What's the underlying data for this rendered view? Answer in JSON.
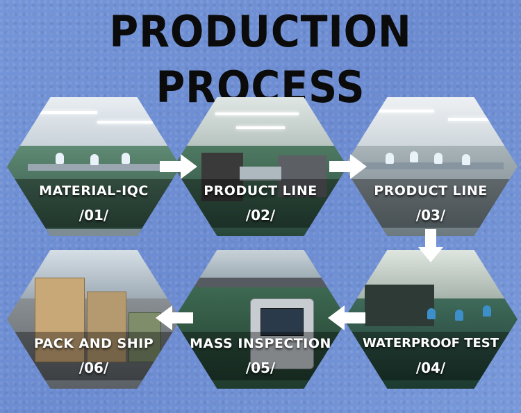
{
  "title": "PRODUCTION PROCESS",
  "steps": [
    {
      "name": "MATERIAL-IQC",
      "num": "/01/"
    },
    {
      "name": "PRODUCT LINE",
      "num": "/02/"
    },
    {
      "name": "PRODUCT LINE",
      "num": "/03/"
    },
    {
      "name": "WATERPROOF TEST",
      "num": "/04/"
    },
    {
      "name": "MASS INSPECTION",
      "num": "/05/"
    },
    {
      "name": "PACK AND SHIP",
      "num": "/06/"
    }
  ],
  "colors": {
    "background": "#6f8fd4",
    "title": "#0b0b0b",
    "label": "#ffffff",
    "arrow": "#ffffff"
  }
}
